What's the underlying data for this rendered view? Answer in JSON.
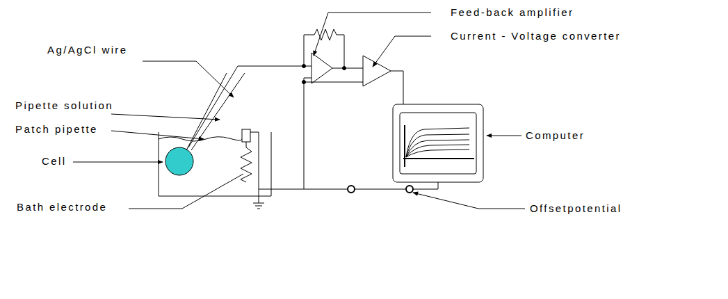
{
  "diagram": {
    "labels": [
      "Feed-back amplifier",
      "Current - Voltage converter",
      "Ag/AgCl wire",
      "Pipette solution",
      "Patch pipette",
      "Cell",
      "Computer",
      "Bath electrode",
      "Offsetpotential"
    ]
  }
}
